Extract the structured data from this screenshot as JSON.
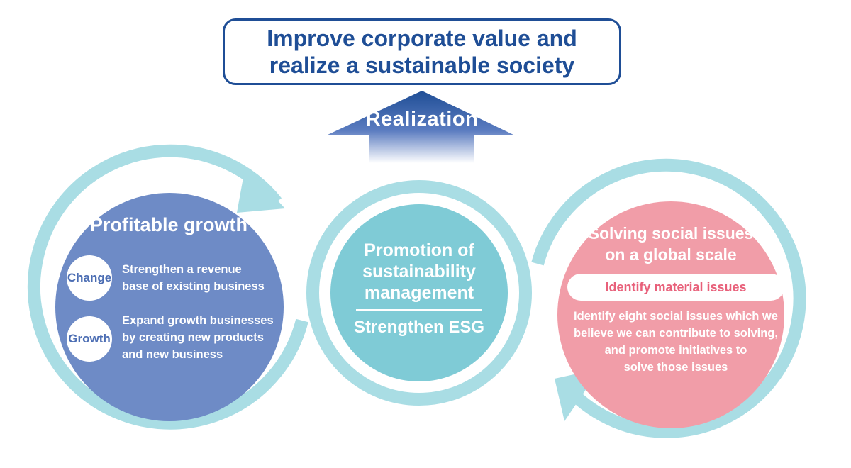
{
  "goal": {
    "lines": [
      "Improve corporate value and",
      "realize a sustainable society"
    ]
  },
  "realization_arrow": {
    "label": "Realization"
  },
  "profitable_growth": {
    "title": "Profitable growth",
    "items": [
      {
        "badge": "Change",
        "lines": [
          "Strengthen a revenue",
          "base of existing business"
        ]
      },
      {
        "badge": "Growth",
        "lines": [
          "Expand growth businesses",
          "by creating new products",
          "and new business"
        ]
      }
    ]
  },
  "sustainability": {
    "title_lines": [
      "Promotion of",
      "sustainability",
      "management"
    ],
    "subtitle": "Strengthen ESG"
  },
  "social_issues": {
    "title_lines": [
      "Solving social issues",
      "on a global scale"
    ],
    "pill": "Identify material issues",
    "desc_lines": [
      "Identify eight social issues which we",
      "believe we can contribute to solving,",
      "and promote initiatives to",
      "solve those issues"
    ]
  },
  "colors": {
    "navy": "#1f4e96",
    "ring": "#a9dde4",
    "blue_circle": "#6e8bc6",
    "teal_circle": "#7fcbd6",
    "pink_circle": "#f19da8",
    "pink_text": "#e8607a"
  }
}
